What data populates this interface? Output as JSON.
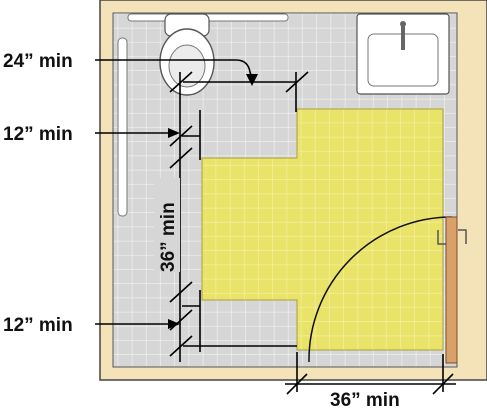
{
  "labels": {
    "toilet_clearance_top": "24” min",
    "wall_offset_upper": "12” min",
    "vertical_clear_width": "36” min",
    "wall_offset_lower": "12” min",
    "door_clear_width": "36” min"
  },
  "colors": {
    "wall": "#f4e2b8",
    "wall_outline": "#444444",
    "floor": "#d6d6d6",
    "floor_grid": "#f2f2f2",
    "clear_space": "#e9e36a",
    "clear_space_grid": "#f6f2a8",
    "door": "#d9a06a",
    "fixture": "#ffffff",
    "dimension_line": "#000000"
  },
  "icons": {
    "toilet": "toilet-icon",
    "sink": "sink-icon",
    "grab_bar_side": "grab-bar-side-icon",
    "grab_bar_rear": "grab-bar-rear-icon",
    "door": "door-icon",
    "door_swing": "door-swing-arc-icon"
  }
}
